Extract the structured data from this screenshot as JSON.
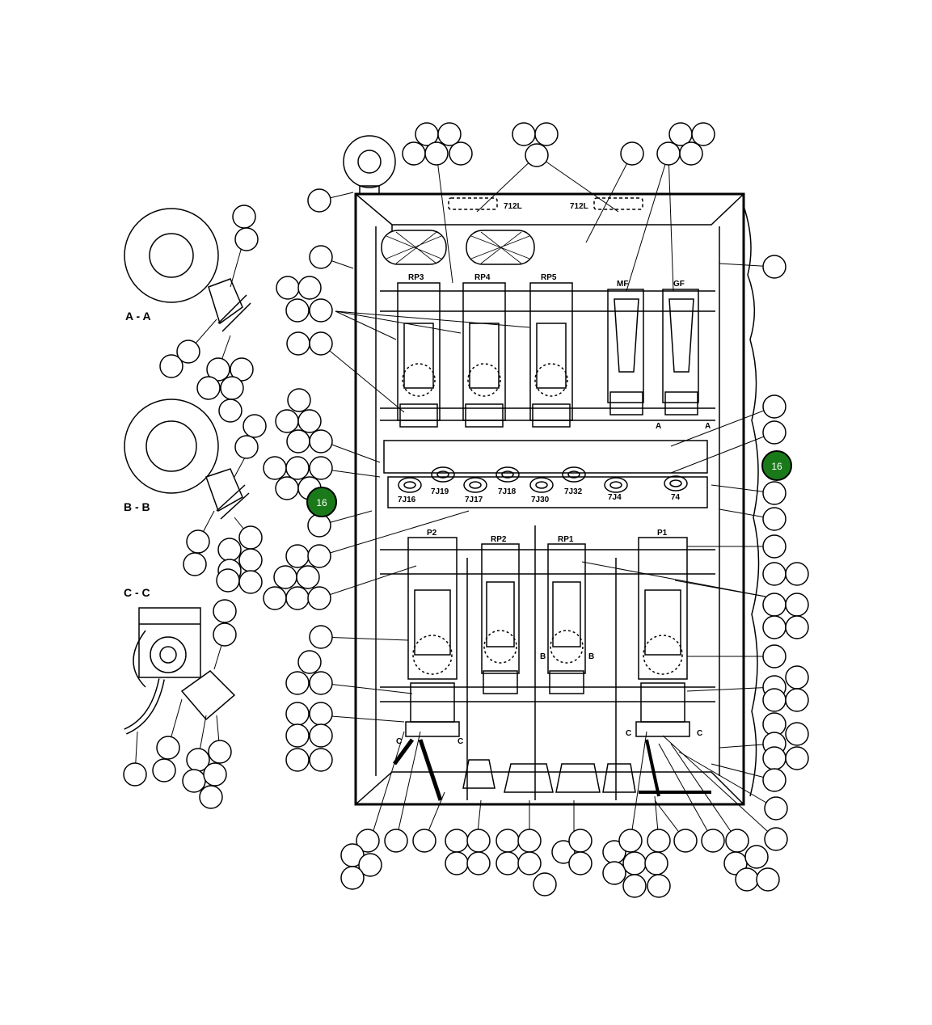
{
  "diagram": {
    "accent_color": "#1a7a1a",
    "section_labels": {
      "aa": "A - A",
      "bb": "B - B",
      "cc": "C - C"
    },
    "component_labels": {
      "rp3": "RP3",
      "rp4": "RP4",
      "rp5": "RP5",
      "mf": "MF",
      "gf": "GF",
      "p2": "P2",
      "rp2": "RP2",
      "rp1": "RP1",
      "p1": "P1",
      "jack_712l_a": "712L",
      "jack_712l_b": "712L"
    },
    "connector_labels": [
      "7J16",
      "7J19",
      "7J17",
      "7J18",
      "7J30",
      "7J32",
      "7J4",
      "74"
    ],
    "view_markers": {
      "a": "A",
      "b": "B",
      "c": "C"
    },
    "callouts": {
      "left": "16",
      "right": "16"
    }
  }
}
